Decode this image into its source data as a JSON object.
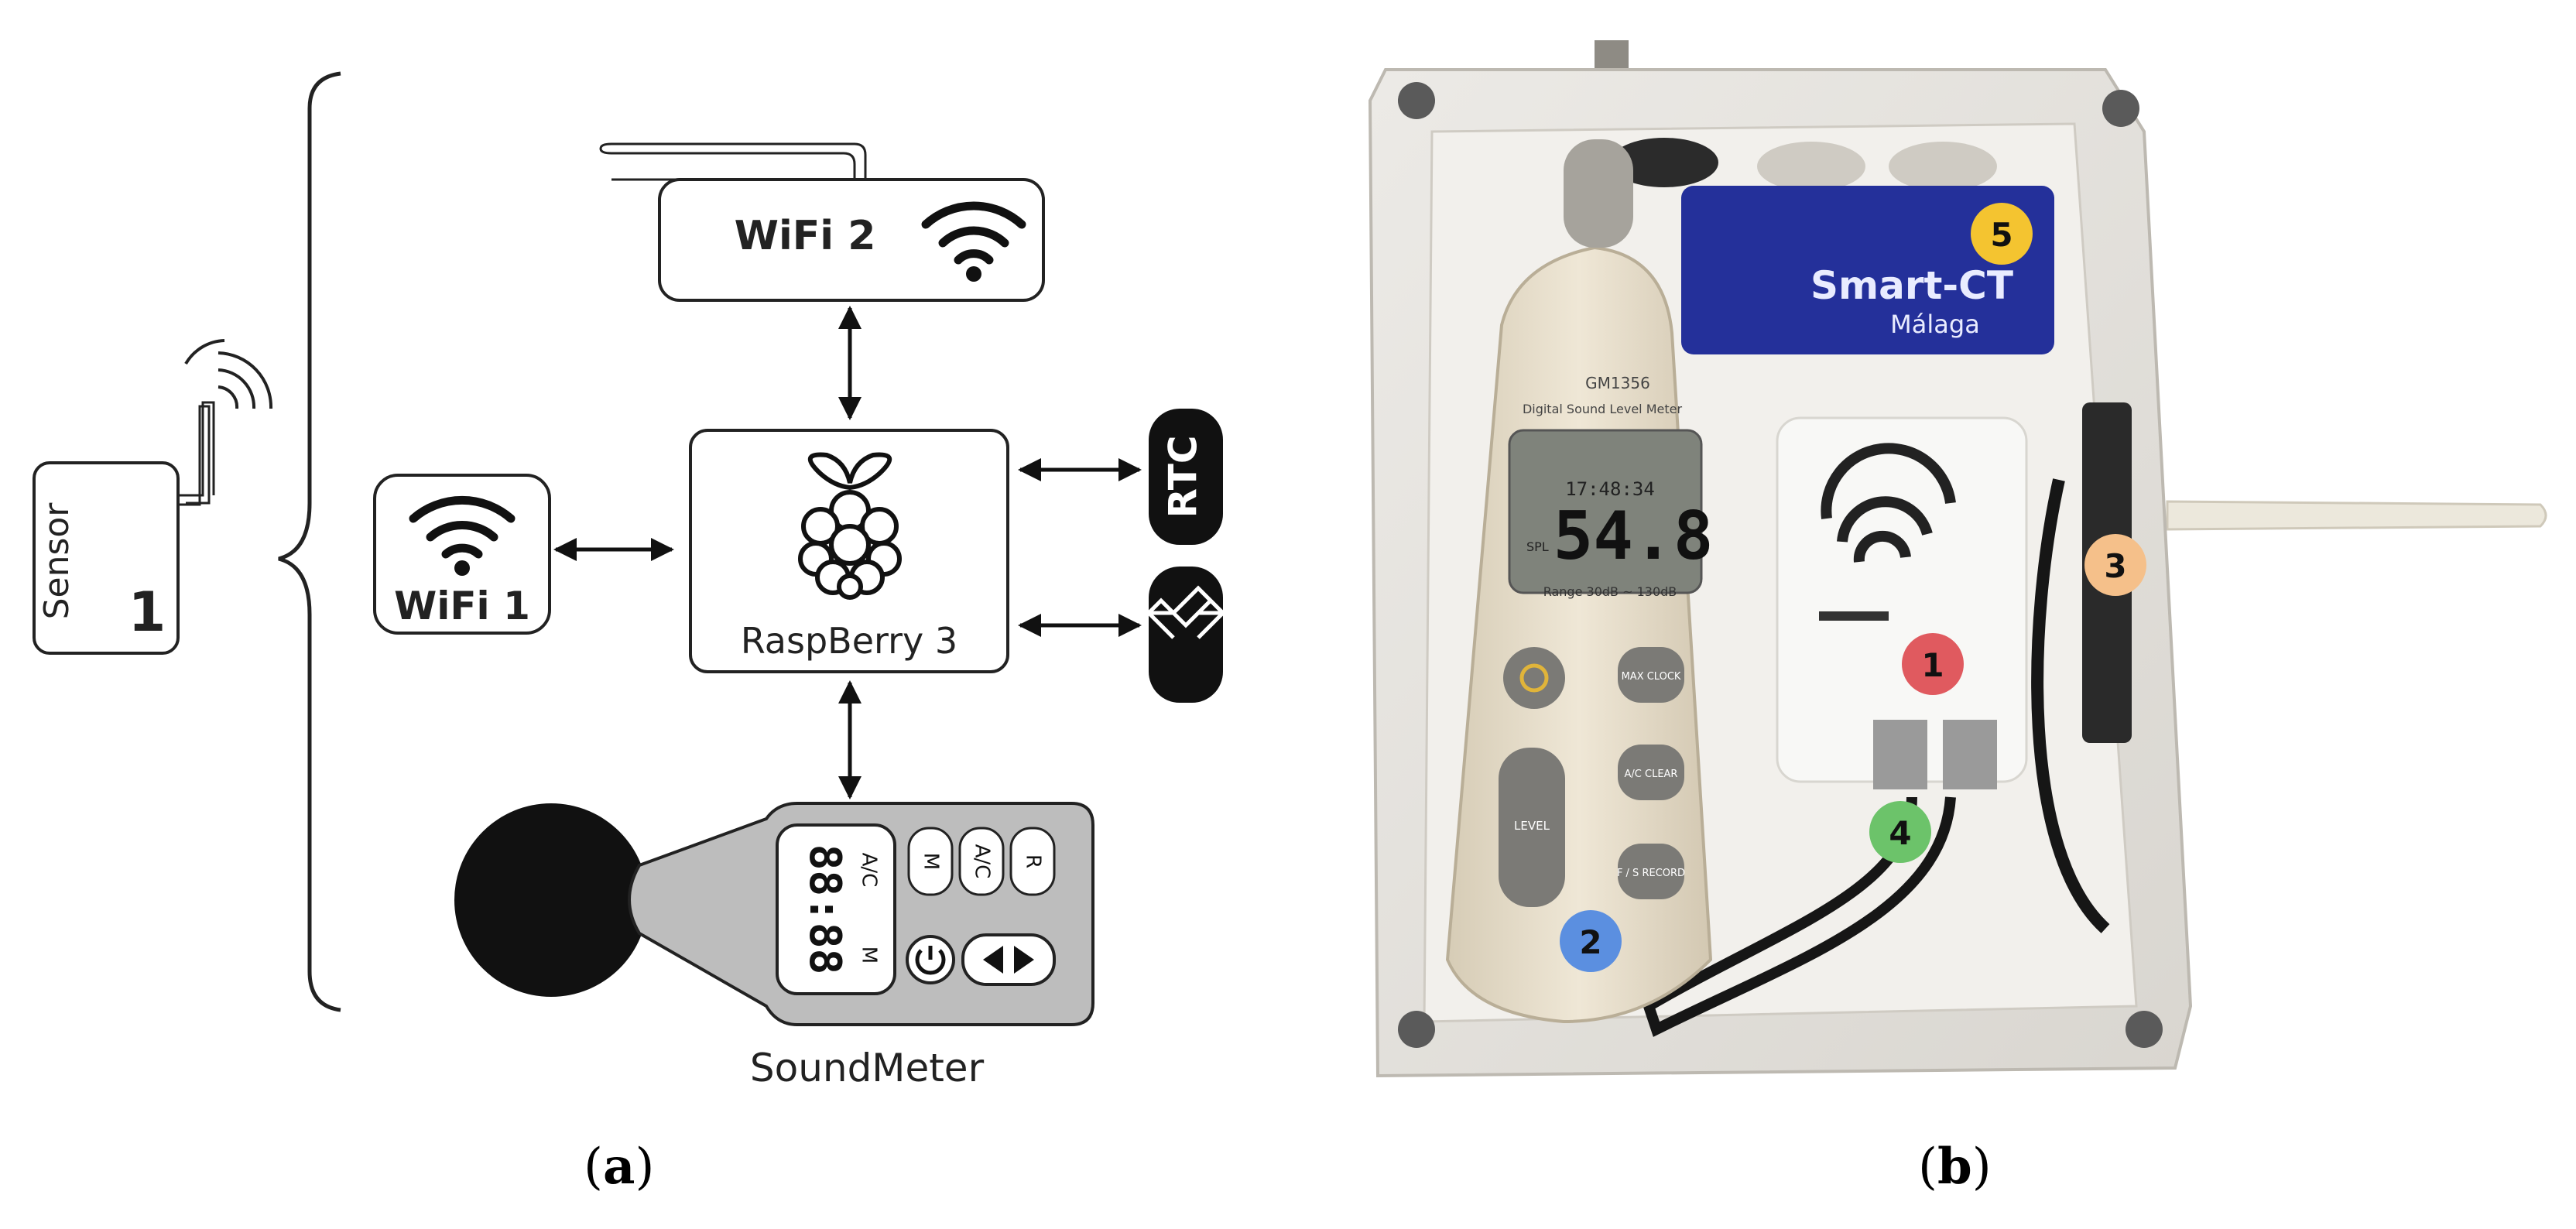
{
  "panel_a": {
    "sensor": {
      "label": "Sensor",
      "number": "1"
    },
    "wifi2": {
      "label": "WiFi 2"
    },
    "wifi1": {
      "label": "WiFi 1"
    },
    "raspberry": {
      "label": "RaspBerry 3"
    },
    "rtc": {
      "label": "RTC"
    },
    "soundmeter": {
      "label": "SoundMeter",
      "display_digits": "88:88",
      "display_ac": "A/C",
      "display_m": "M",
      "btn_m": "M",
      "btn_ac": "A/C",
      "btn_r": "R"
    }
  },
  "panel_b": {
    "meter": {
      "model": "GM1356",
      "title": "Digital Sound Level Meter",
      "reading": "54.8",
      "time": "17:48:34",
      "spl": "SPL",
      "range": "Range 30dB ~ 130dB",
      "btn_max": "MAX CLOCK",
      "btn_ac": "A/C CLEAR",
      "btn_fs": "F / S RECORD",
      "btn_level": "LEVEL"
    },
    "box_brand": "Smart-CT",
    "box_city": "Málaga",
    "markers": [
      {
        "n": "1",
        "color": "#e05a5f"
      },
      {
        "n": "2",
        "color": "#5b8fe0"
      },
      {
        "n": "3",
        "color": "#f5c08a"
      },
      {
        "n": "4",
        "color": "#6cc36a"
      },
      {
        "n": "5",
        "color": "#f4c430"
      }
    ]
  },
  "captions": {
    "a": "a",
    "b": "b"
  }
}
